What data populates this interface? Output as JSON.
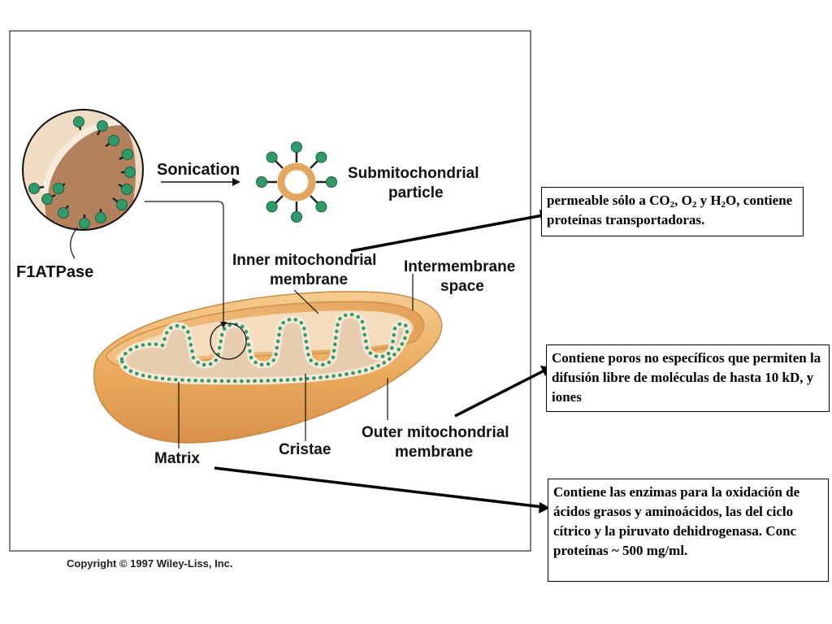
{
  "diagram": {
    "labels": {
      "sonication": "Sonication",
      "submito_1": "Submitochondrial",
      "submito_2": "particle",
      "f1atpase": "F1ATPase",
      "inner_1": "Inner mitochondrial",
      "inner_2": "membrane",
      "intermem_1": "Intermembrane",
      "intermem_2": "space",
      "outer_1": "Outer mitochondrial",
      "outer_2": "membrane",
      "cristae": "Cristae",
      "matrix": "Matrix"
    },
    "copyright": "Copyright © 1997 Wiley-Liss, Inc."
  },
  "notes": {
    "inner": {
      "p1": "permeable sólo a CO",
      "s1": "2",
      "p2": ", O",
      "s2": "2",
      "p3": " y H",
      "s3": "2",
      "p4": "O, contiene proteínas transportadoras."
    },
    "outer": "Contiene poros no específicos que permiten la difusión libre de moléculas de  hasta 10  kD,  y iones",
    "matrix": "Contiene las enzimas para la oxidación de ácidos grasos y aminoácidos,  las del ciclo cítrico y la piruvato dehidrogenasa. Conc proteínas ~ 500 mg/ml."
  },
  "colors": {
    "outer_membrane": "#e8a85a",
    "matrix_fill": "#eed4b4",
    "particle_green": "#2f9a6a"
  }
}
